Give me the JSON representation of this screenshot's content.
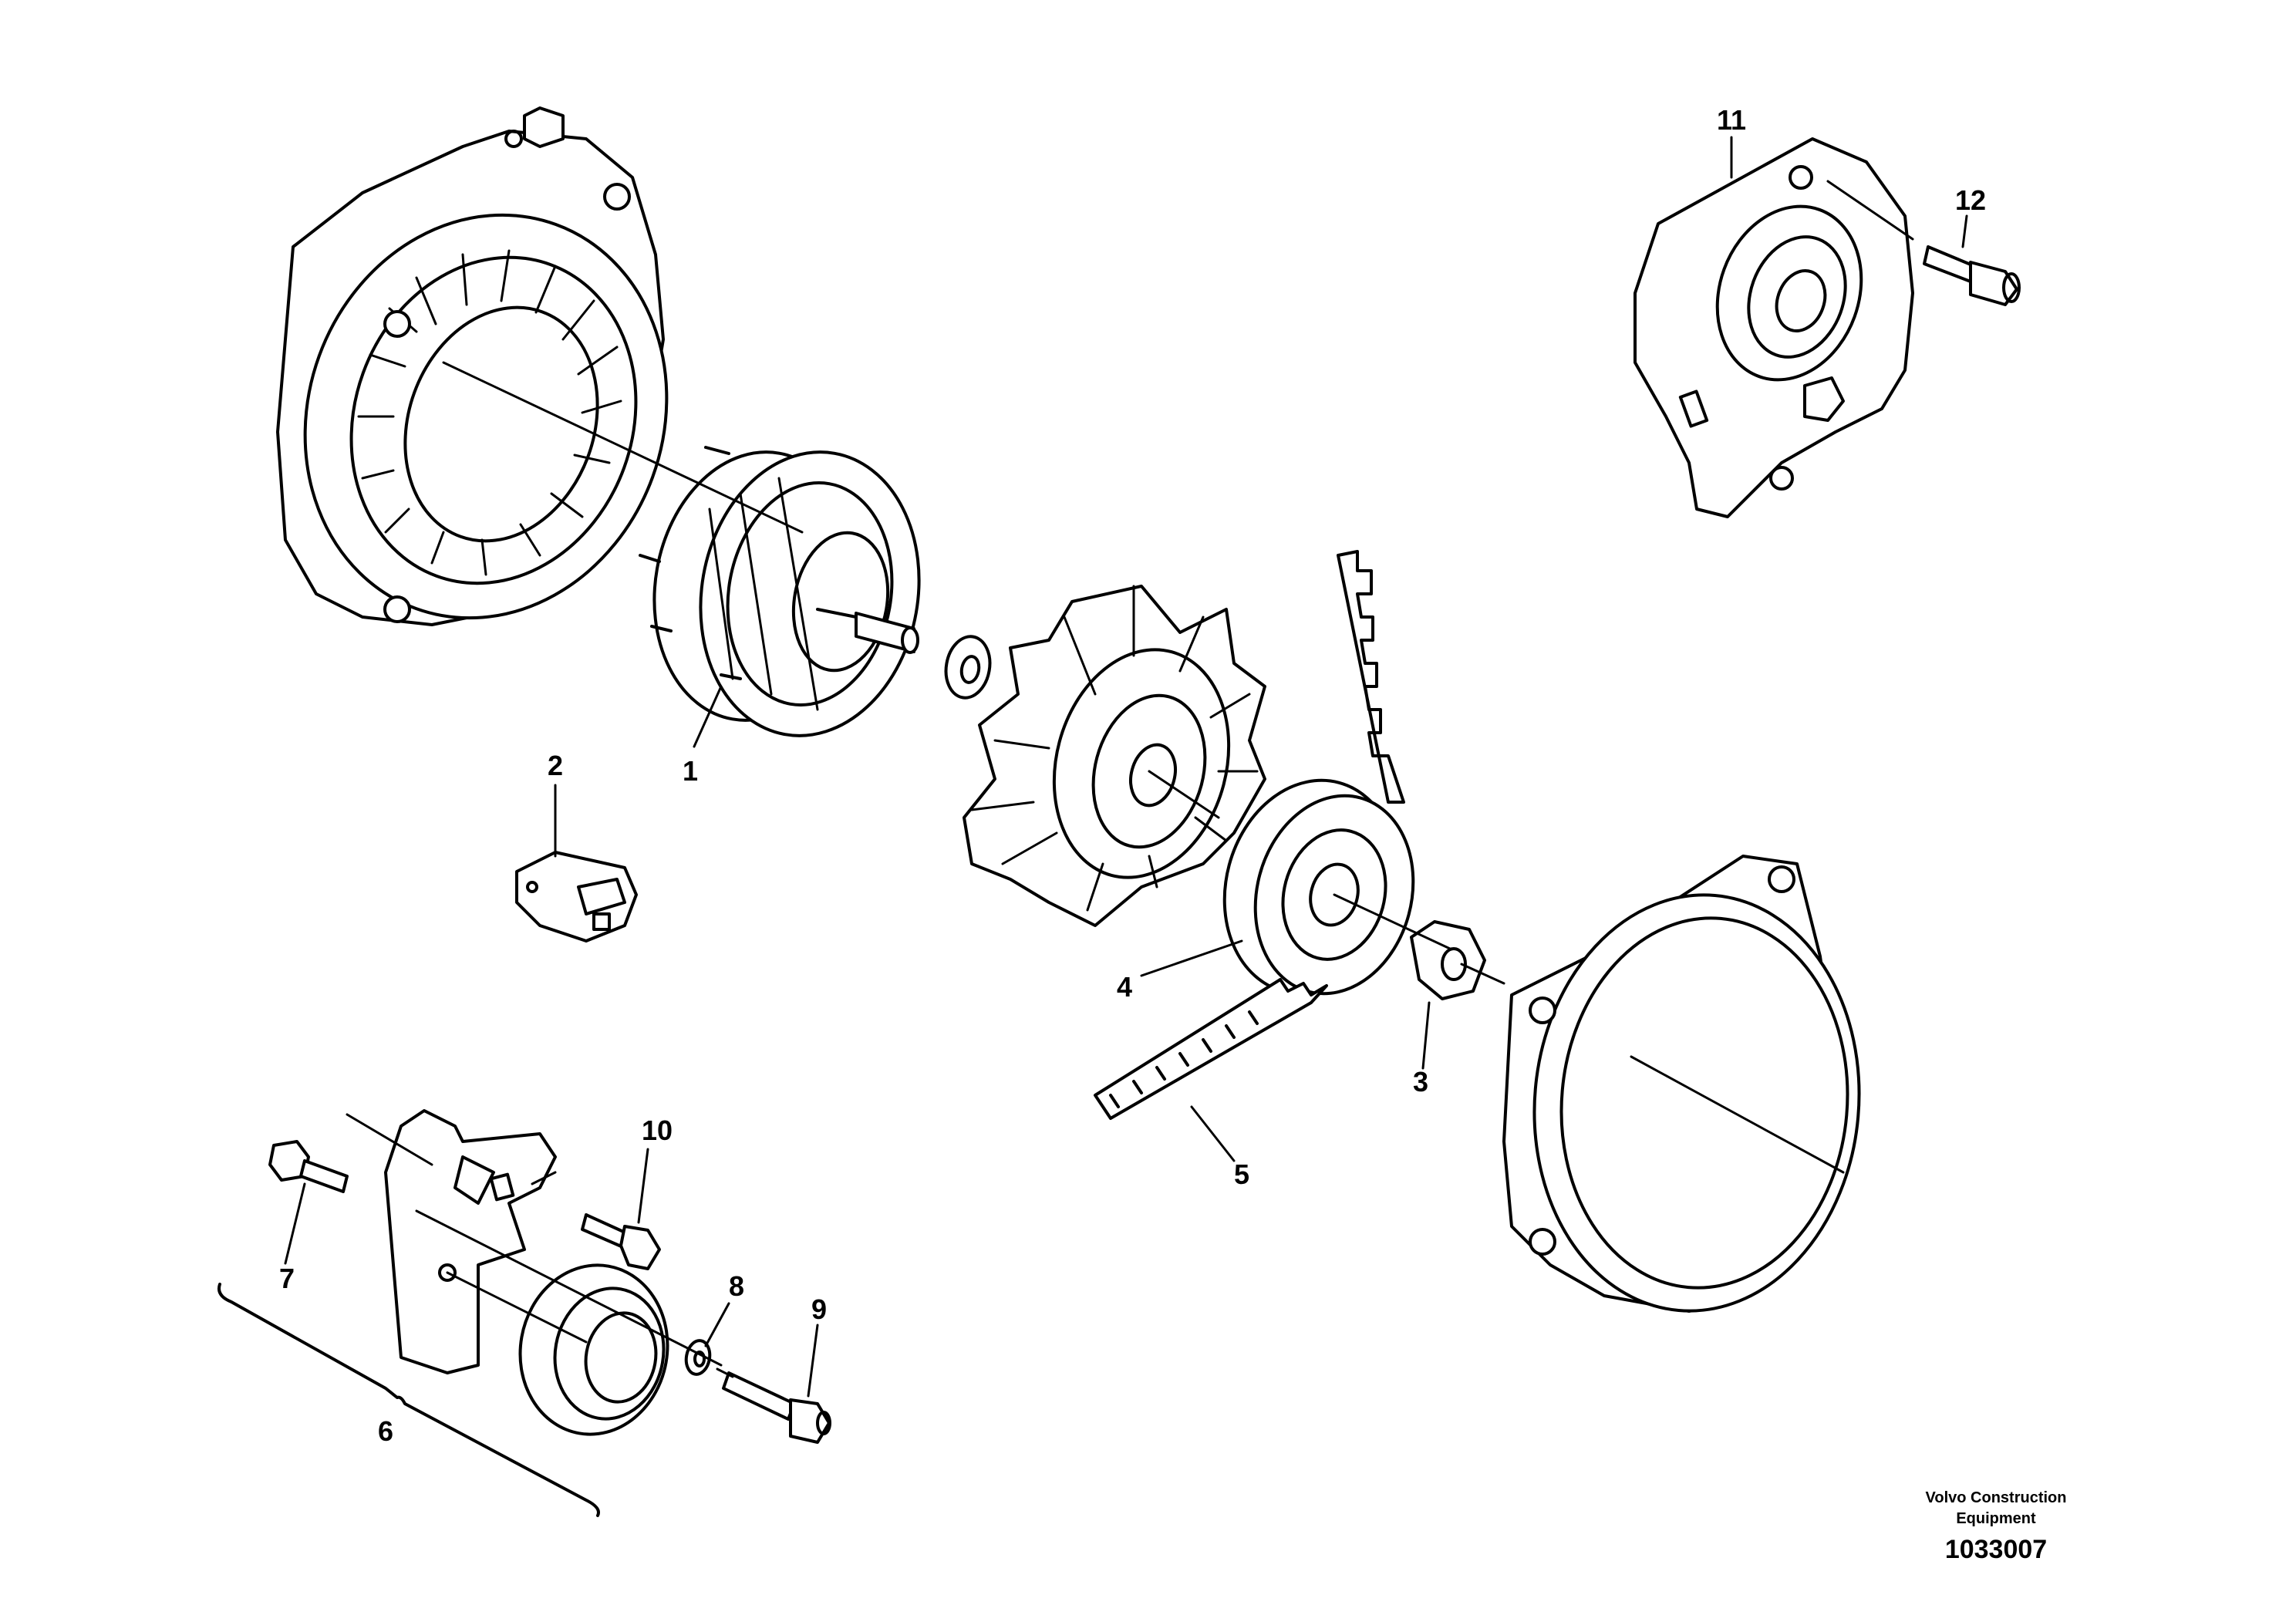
{
  "callouts": {
    "c1": "1",
    "c2": "2",
    "c3": "3",
    "c4": "4",
    "c5": "5",
    "c6": "6",
    "c7": "7",
    "c8": "8",
    "c9": "9",
    "c10": "10",
    "c11": "11",
    "c12": "12"
  },
  "watermark": {
    "company_line1": "Volvo Construction",
    "company_line2": "Equipment",
    "drawing_number": "1033007"
  }
}
